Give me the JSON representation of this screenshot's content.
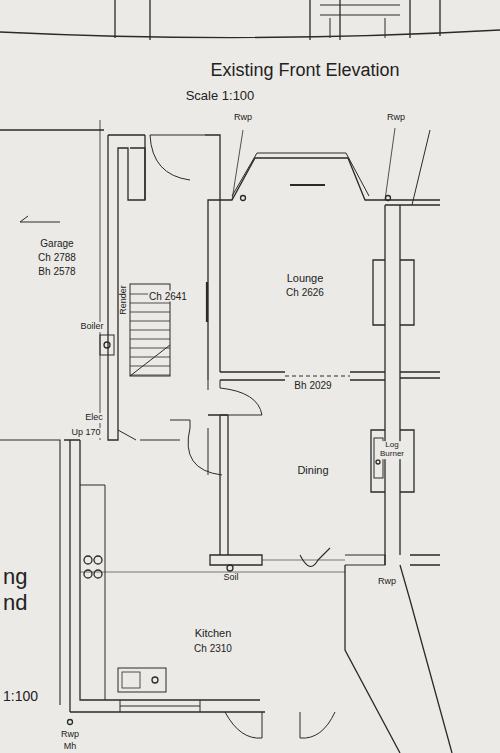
{
  "diagram": {
    "title": "Existing Front Elevation",
    "labels": [
      "Scale 1:100",
      "Rwp",
      "Rwp",
      "Garage",
      "Ch 2788",
      "Bh 2578",
      "Ch 2641",
      "Lounge",
      "Ch 2626",
      "Render",
      "Boiler",
      "Bh 2029",
      "Elec",
      "Up 170",
      "Dining",
      "Log Burner",
      "Soil",
      "Rwp",
      "Kitchen",
      "Ch 2310",
      "ng",
      "nd",
      "1:100",
      "Rwp",
      "Mh"
    ]
  }
}
